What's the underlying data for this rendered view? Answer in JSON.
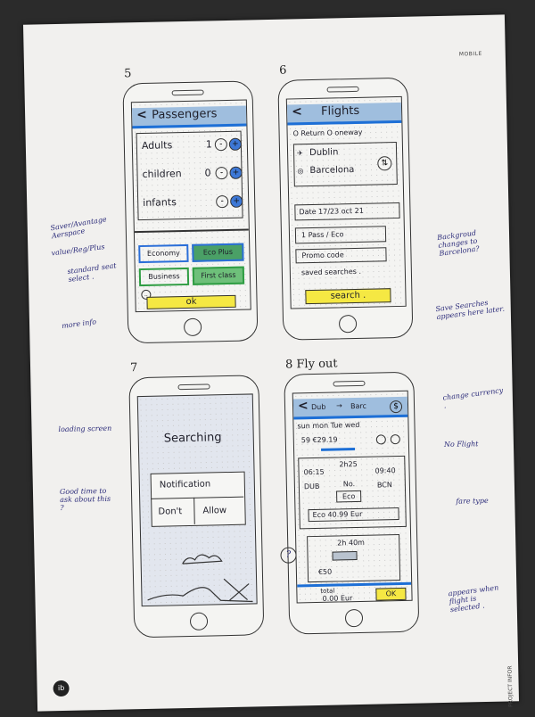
{
  "page_label": "MOBILE",
  "side_label": "PROJECT INFOR",
  "logo": "ib",
  "screens": {
    "s5": {
      "number": "5",
      "title": "Passengers",
      "rows": [
        {
          "label": "Adults",
          "count": "1"
        },
        {
          "label": "children",
          "count": "0"
        },
        {
          "label": "infants",
          "count": ""
        }
      ],
      "classes": [
        "Economy",
        "Eco Plus",
        "Business",
        "First class"
      ],
      "ok": "ok"
    },
    "s6": {
      "number": "6",
      "title": "Flights",
      "trip": "O Return O oneway",
      "from": "Dublin",
      "to": "Barcelona",
      "date": "Date 17/23 oct 21",
      "pass": "1 Pass / Eco",
      "promo": "Promo code",
      "saved": "saved searches .",
      "search": "search ."
    },
    "s7": {
      "number": "7",
      "searching": "Searching",
      "notification": "Notification",
      "dont": "Don't",
      "allow": "Allow"
    },
    "s8": {
      "number": "8",
      "title": "Fly out",
      "from": "Dub",
      "to": "Barc",
      "days": "sun mon Tue wed",
      "price_row": "59  €29.19",
      "dep": "06:15",
      "dur": "2h25",
      "arr": "09:40",
      "dep_code": "DUB",
      "stops": "No.",
      "arr_code": "BCN",
      "fare": "Eco",
      "fare_price": "Eco  40.99 Eur",
      "card2_dur": "2h 40m",
      "card2_price": "€50",
      "total_label": "total",
      "total": "0.00 Eur",
      "ok": "OK"
    }
  },
  "annotations": {
    "saver": "Saver/Avantage Aerspace",
    "value": "value/Reg/Plus",
    "standard": "standard seat select .",
    "more": "more info",
    "background": "Backgroud changes to Barcelona?",
    "save": "Save Searches appears here later.",
    "loading": "loading screen",
    "goodtime": "Good time to ask about this ?",
    "currency": "change currency .",
    "noflight": "No Flight",
    "faretype": "fare type",
    "appears": "appears when flight is selected ."
  }
}
